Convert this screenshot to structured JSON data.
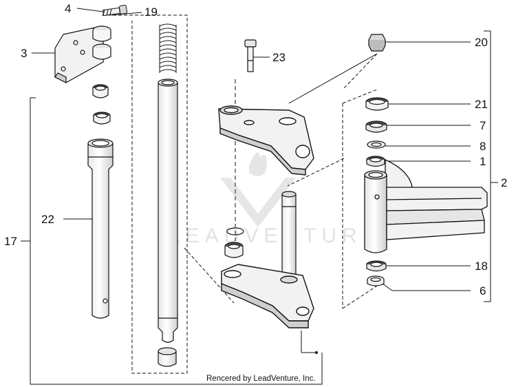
{
  "callouts": {
    "c4": "4",
    "c19": "19",
    "c3": "3",
    "c22": "22",
    "c17": "17",
    "c23": "23",
    "c20": "20",
    "c21": "21",
    "c7": "7",
    "c8": "8",
    "c1": "1",
    "c2": "2",
    "c18": "18",
    "c6": "6"
  },
  "credit": "Rencered by LeadVenture, Inc.",
  "watermark": "LEADVENTURE",
  "colors": {
    "line": "#111111",
    "part_fill": "#f2f2f2",
    "part_shade": "#d9d9d9",
    "watermark": "#e2e2e2"
  }
}
